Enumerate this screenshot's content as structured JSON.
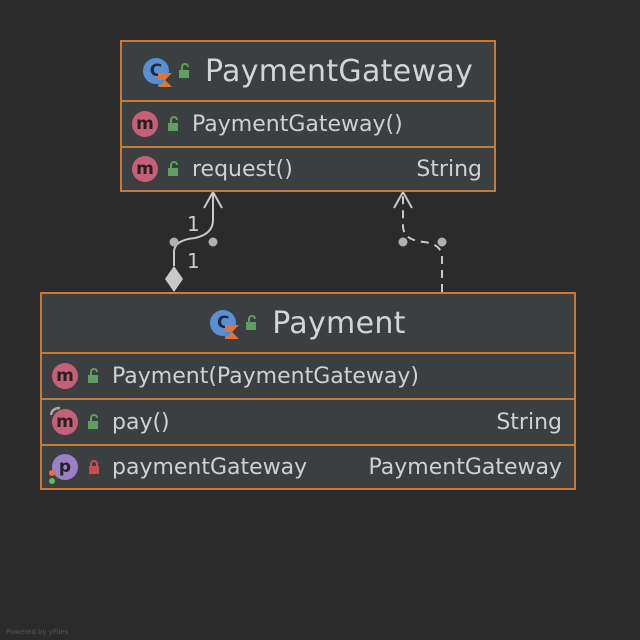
{
  "classes": {
    "gateway": {
      "name": "PaymentGateway",
      "members": [
        {
          "kind": "m",
          "name": "PaymentGateway()",
          "type": ""
        },
        {
          "kind": "m",
          "name": "request()",
          "type": "String"
        }
      ]
    },
    "payment": {
      "name": "Payment",
      "members": [
        {
          "kind": "m",
          "name": "Payment(PaymentGateway)",
          "type": ""
        },
        {
          "kind": "m",
          "name": "pay()",
          "type": "String"
        },
        {
          "kind": "p",
          "name": "paymentGateway",
          "type": "PaymentGateway"
        }
      ]
    }
  },
  "badges": {
    "method": "m",
    "property": "p",
    "class": "C"
  },
  "multiplicity": {
    "source": "1",
    "target": "1"
  },
  "footer": "Powered by yFiles",
  "colors": {
    "background": "#2b2b2b",
    "border": "#c77a35",
    "method_badge": "#c75f78",
    "property_badge": "#9b7fc7",
    "class_badge": "#5b8fd3",
    "public_lock": "#5f9f5f",
    "private_lock": "#c94f4f"
  },
  "icons": {
    "class": "kotlin-class-icon",
    "method": "method-icon",
    "property": "property-icon",
    "public": "unlocked-icon",
    "private": "locked-icon"
  }
}
